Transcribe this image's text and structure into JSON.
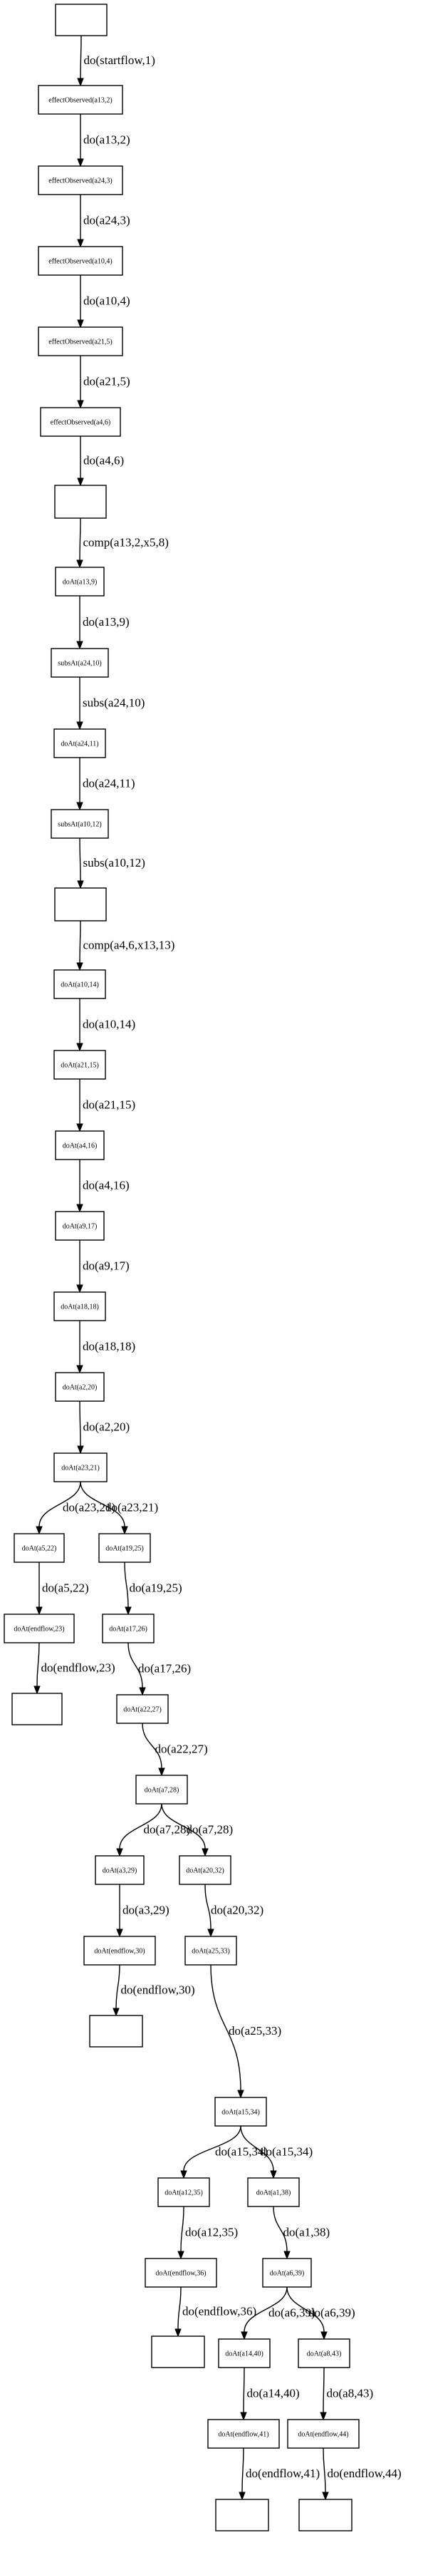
{
  "nodes": [
    {
      "id": "n0",
      "label": ""
    },
    {
      "id": "n1",
      "label": "effectObserved(a13,2)"
    },
    {
      "id": "n2",
      "label": "effectObserved(a24,3)"
    },
    {
      "id": "n3",
      "label": "effectObserved(a10,4)"
    },
    {
      "id": "n4",
      "label": "effectObserved(a21,5)"
    },
    {
      "id": "n5",
      "label": "effectObserved(a4,6)"
    },
    {
      "id": "n6",
      "label": ""
    },
    {
      "id": "n7",
      "label": "doAt(a13,9)"
    },
    {
      "id": "n8",
      "label": "subsAt(a24,10)"
    },
    {
      "id": "n9",
      "label": "doAt(a24,11)"
    },
    {
      "id": "n10",
      "label": "subsAt(a10,12)"
    },
    {
      "id": "n11",
      "label": ""
    },
    {
      "id": "n12",
      "label": "doAt(a10,14)"
    },
    {
      "id": "n13",
      "label": "doAt(a21,15)"
    },
    {
      "id": "n14",
      "label": "doAt(a4,16)"
    },
    {
      "id": "n15",
      "label": "doAt(a9,17)"
    },
    {
      "id": "n16",
      "label": "doAt(a18,18)"
    },
    {
      "id": "n17",
      "label": "doAt(a2,20)"
    },
    {
      "id": "n18",
      "label": "doAt(a23,21)"
    },
    {
      "id": "n19",
      "label": "doAt(a5,22)"
    },
    {
      "id": "n20",
      "label": "doAt(a19,25)"
    },
    {
      "id": "n21",
      "label": "doAt(endflow,23)"
    },
    {
      "id": "n22",
      "label": "doAt(a17,26)"
    },
    {
      "id": "n23",
      "label": ""
    },
    {
      "id": "n24",
      "label": "doAt(a22,27)"
    },
    {
      "id": "n25",
      "label": "doAt(a7,28)"
    },
    {
      "id": "n26",
      "label": "doAt(a3,29)"
    },
    {
      "id": "n27",
      "label": "doAt(a20,32)"
    },
    {
      "id": "n28",
      "label": "doAt(endflow,30)"
    },
    {
      "id": "n29",
      "label": "doAt(a25,33)"
    },
    {
      "id": "n30",
      "label": ""
    },
    {
      "id": "n31",
      "label": "doAt(a15,34)"
    },
    {
      "id": "n32",
      "label": "doAt(a12,35)"
    },
    {
      "id": "n33",
      "label": "doAt(a1,38)"
    },
    {
      "id": "n34",
      "label": "doAt(endflow,36)"
    },
    {
      "id": "n35",
      "label": "doAt(a6,39)"
    },
    {
      "id": "n36",
      "label": ""
    },
    {
      "id": "n37",
      "label": "doAt(a14,40)"
    },
    {
      "id": "n38",
      "label": "doAt(a8,43)"
    },
    {
      "id": "n39",
      "label": "doAt(endflow,41)"
    },
    {
      "id": "n40",
      "label": "doAt(endflow,44)"
    },
    {
      "id": "n41",
      "label": ""
    },
    {
      "id": "n42",
      "label": ""
    }
  ],
  "edges": [
    {
      "from": "n0",
      "to": "n1",
      "label": "do(startflow,1)"
    },
    {
      "from": "n1",
      "to": "n2",
      "label": "do(a13,2)"
    },
    {
      "from": "n2",
      "to": "n3",
      "label": "do(a24,3)"
    },
    {
      "from": "n3",
      "to": "n4",
      "label": "do(a10,4)"
    },
    {
      "from": "n4",
      "to": "n5",
      "label": "do(a21,5)"
    },
    {
      "from": "n5",
      "to": "n6",
      "label": "do(a4,6)"
    },
    {
      "from": "n6",
      "to": "n7",
      "label": "comp(a13,2,x5,8)"
    },
    {
      "from": "n7",
      "to": "n8",
      "label": "do(a13,9)"
    },
    {
      "from": "n8",
      "to": "n9",
      "label": "subs(a24,10)"
    },
    {
      "from": "n9",
      "to": "n10",
      "label": "do(a24,11)"
    },
    {
      "from": "n10",
      "to": "n11",
      "label": "subs(a10,12)"
    },
    {
      "from": "n11",
      "to": "n12",
      "label": "comp(a4,6,x13,13)"
    },
    {
      "from": "n12",
      "to": "n13",
      "label": "do(a10,14)"
    },
    {
      "from": "n13",
      "to": "n14",
      "label": "do(a21,15)"
    },
    {
      "from": "n14",
      "to": "n15",
      "label": "do(a4,16)"
    },
    {
      "from": "n15",
      "to": "n16",
      "label": "do(a9,17)"
    },
    {
      "from": "n16",
      "to": "n17",
      "label": "do(a18,18)"
    },
    {
      "from": "n17",
      "to": "n18",
      "label": "do(a2,20)"
    },
    {
      "from": "n18",
      "to": "n19",
      "label": "do(a23,21)"
    },
    {
      "from": "n18",
      "to": "n20",
      "label": "do(a23,21)"
    },
    {
      "from": "n19",
      "to": "n21",
      "label": "do(a5,22)"
    },
    {
      "from": "n20",
      "to": "n22",
      "label": "do(a19,25)"
    },
    {
      "from": "n21",
      "to": "n23",
      "label": "do(endflow,23)"
    },
    {
      "from": "n22",
      "to": "n24",
      "label": "do(a17,26)"
    },
    {
      "from": "n24",
      "to": "n25",
      "label": "do(a22,27)"
    },
    {
      "from": "n25",
      "to": "n26",
      "label": "do(a7,28)"
    },
    {
      "from": "n25",
      "to": "n27",
      "label": "do(a7,28)"
    },
    {
      "from": "n26",
      "to": "n28",
      "label": "do(a3,29)"
    },
    {
      "from": "n27",
      "to": "n29",
      "label": "do(a20,32)"
    },
    {
      "from": "n28",
      "to": "n30",
      "label": "do(endflow,30)"
    },
    {
      "from": "n29",
      "to": "n31",
      "label": "do(a25,33)"
    },
    {
      "from": "n31",
      "to": "n32",
      "label": "do(a15,34)"
    },
    {
      "from": "n31",
      "to": "n33",
      "label": "do(a15,34)"
    },
    {
      "from": "n32",
      "to": "n34",
      "label": "do(a12,35)"
    },
    {
      "from": "n33",
      "to": "n35",
      "label": "do(a1,38)"
    },
    {
      "from": "n34",
      "to": "n36",
      "label": "do(endflow,36)"
    },
    {
      "from": "n35",
      "to": "n37",
      "label": "do(a6,39)"
    },
    {
      "from": "n35",
      "to": "n38",
      "label": "do(a6,39)"
    },
    {
      "from": "n37",
      "to": "n39",
      "label": "do(a14,40)"
    },
    {
      "from": "n38",
      "to": "n40",
      "label": "do(a8,43)"
    },
    {
      "from": "n39",
      "to": "n41",
      "label": "do(endflow,41)"
    },
    {
      "from": "n40",
      "to": "n42",
      "label": "do(endflow,44)"
    }
  ]
}
